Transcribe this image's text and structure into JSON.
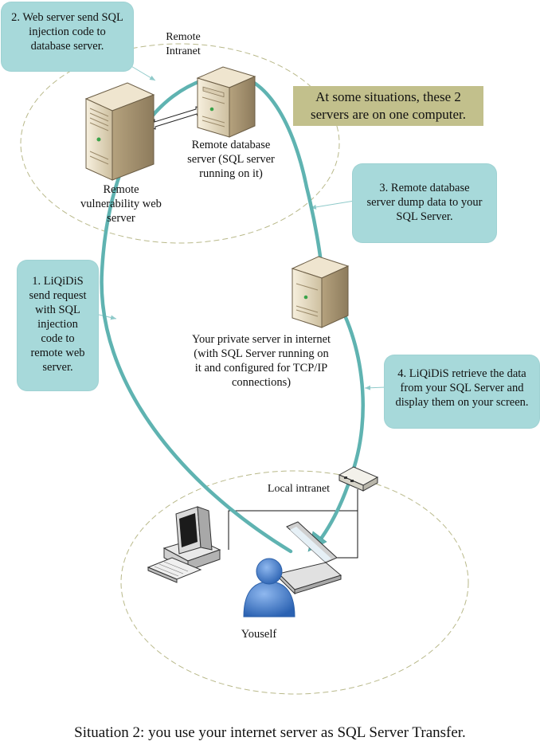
{
  "colors": {
    "callout_fill": "#a7d9da",
    "note_fill": "#c2c08c",
    "flow_arrow": "#5fb3b1",
    "zone_border": "#b9b98a",
    "server_beige": "#e8dcc2",
    "user_blue": "#3f7fd1"
  },
  "icons": [
    "server-icon",
    "desktop-computer-icon",
    "laptop-icon",
    "network-switch-icon",
    "user-icon"
  ],
  "zones": {
    "remote": {
      "label_line1": "Remote",
      "label_line2": "Intranet"
    },
    "local": {
      "label": "Local intranet"
    }
  },
  "note": {
    "line1": "At some situations, these 2",
    "line2": "servers are on one computer."
  },
  "nodes": {
    "web_server": {
      "line1": "Remote",
      "line2": "vulnerability web",
      "line3": "server"
    },
    "db_server": {
      "line1": "Remote database",
      "line2": "server (SQL server",
      "line3": "running on it)"
    },
    "private_server": {
      "line1": "Your private server in internet",
      "line2": "(with SQL Server running on",
      "line3": "it and configured for TCP/IP",
      "line4": "connections)"
    },
    "user": {
      "label": "Youself"
    }
  },
  "steps": [
    {
      "line1": "1. LiQiDiS",
      "line2": "send request",
      "line3": "with SQL",
      "line4": "injection",
      "line5": "code to",
      "line6": "remote web",
      "line7": "server."
    },
    {
      "line1": "2. Web server send SQL",
      "line2": "injection code to",
      "line3": "database server."
    },
    {
      "line1": "3.  Remote database",
      "line2": "server dump data to your",
      "line3": "SQL Server."
    },
    {
      "line1": "4.  LiQiDiS retrieve the data",
      "line2": "from your SQL Server and",
      "line3": "display them on your screen."
    }
  ],
  "caption": "Situation 2: you use your internet server as SQL Server Transfer."
}
